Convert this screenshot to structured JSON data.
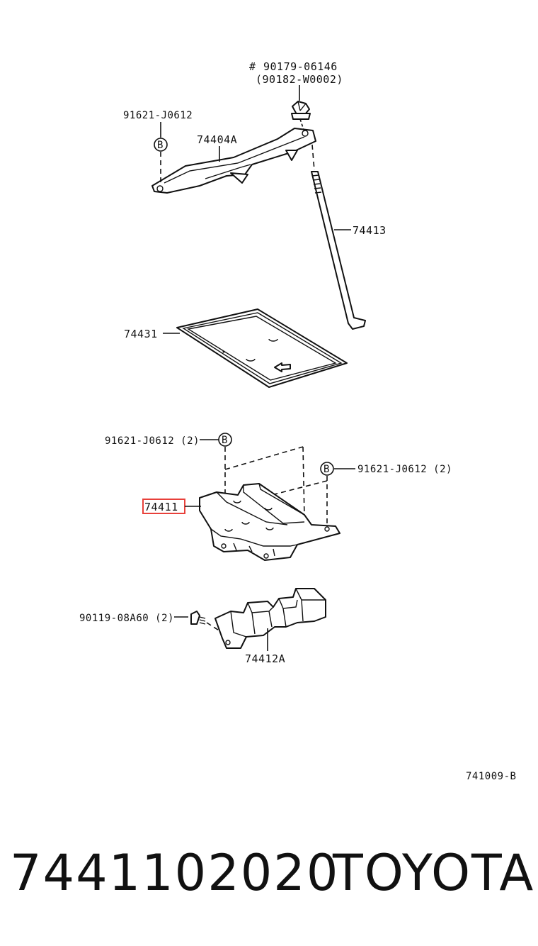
{
  "diagram": {
    "nut_label_mark": "#",
    "nut_label_1": "90179-06146",
    "nut_label_2": "(90182-W0002)",
    "clip_top_label": "91621-J0612",
    "clip_b_mark": "B",
    "clamp_label": "74404A",
    "rod_label": "74413",
    "tray_label": "74431",
    "carrier_clip_left_label": "91621-J0612 (2)",
    "carrier_clip_right_label": "91621-J0612 (2)",
    "carrier_label": "74411",
    "bolt_label": "90119-08A60 (2)",
    "bracket_label": "74412A",
    "diagram_code": "741009-B",
    "highlight_color": "#e8403a"
  },
  "footer": {
    "part_number": "7441102020",
    "brand": "TOYOTA"
  }
}
